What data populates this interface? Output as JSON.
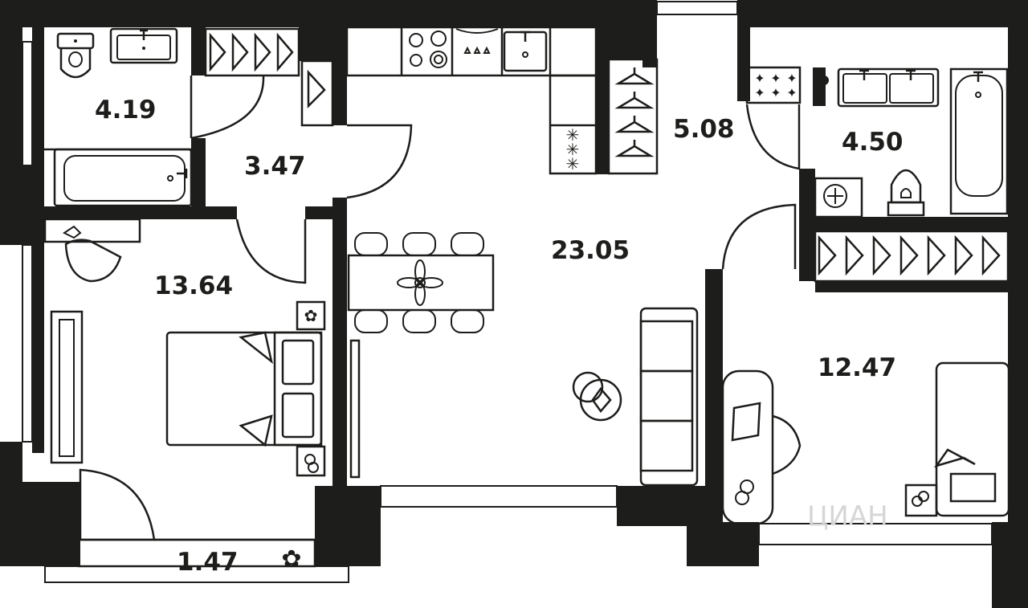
{
  "rooms": [
    {
      "id": "bathroom-1",
      "area": "4.19"
    },
    {
      "id": "hall",
      "area": "3.47"
    },
    {
      "id": "kitchen-living",
      "area": "23.05"
    },
    {
      "id": "wardrobe",
      "area": "5.08"
    },
    {
      "id": "bathroom-2",
      "area": "4.50"
    },
    {
      "id": "bedroom-1",
      "area": "13.64"
    },
    {
      "id": "bedroom-2",
      "area": "12.47"
    },
    {
      "id": "balcony",
      "area": "1.47"
    }
  ],
  "watermark": "ЦИАН",
  "colors": {
    "wall": "#1d1d1b",
    "background": "#ffffff",
    "watermark": "#d6d6d6"
  }
}
